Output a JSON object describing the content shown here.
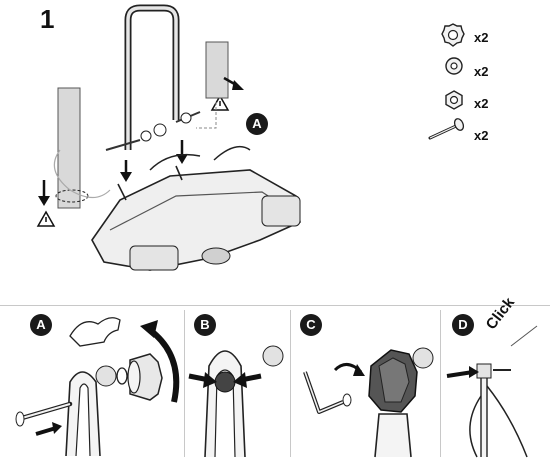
{
  "step": {
    "number": "1"
  },
  "parts": [
    {
      "icon": "knob-icon",
      "qty": "x2"
    },
    {
      "icon": "washer-icon",
      "qty": "x2"
    },
    {
      "icon": "nut-icon",
      "qty": "x2"
    },
    {
      "icon": "bolt-icon",
      "qty": "x2"
    }
  ],
  "callouts": {
    "main": "A",
    "detail_a": "A",
    "detail_b": "B",
    "detail_c": "C",
    "detail_d": "D"
  },
  "detail_d": {
    "sound_text": "Click"
  },
  "warning_icon": "caution-triangle-icon"
}
